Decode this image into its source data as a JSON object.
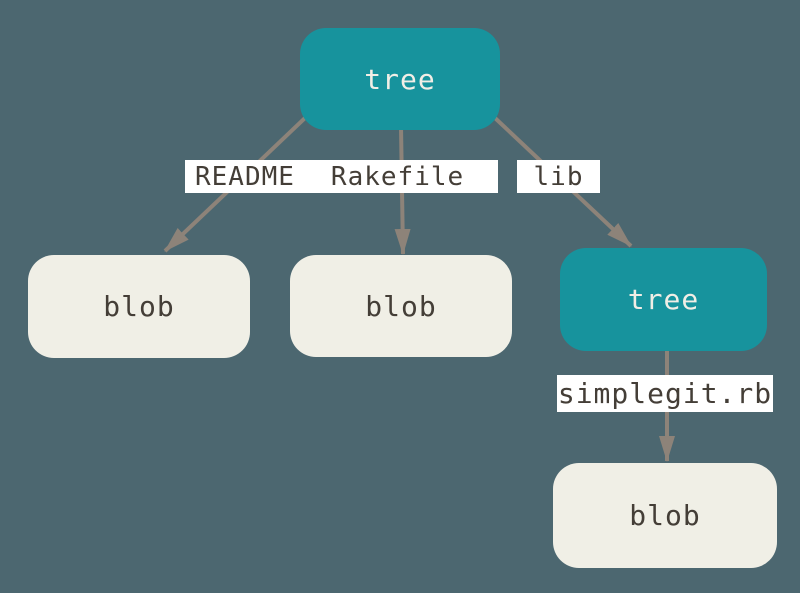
{
  "diagram": {
    "type": "git-object-tree",
    "nodes": {
      "root": {
        "label": "tree",
        "kind": "tree"
      },
      "blob1": {
        "label": "blob",
        "kind": "blob"
      },
      "blob2": {
        "label": "blob",
        "kind": "blob"
      },
      "subtree": {
        "label": "tree",
        "kind": "tree"
      },
      "blob3": {
        "label": "blob",
        "kind": "blob"
      }
    },
    "edges": {
      "readme": {
        "label": "README",
        "from": "root",
        "to": "blob1"
      },
      "rakefile": {
        "label": "Rakefile",
        "from": "root",
        "to": "blob2"
      },
      "lib": {
        "label": "lib",
        "from": "root",
        "to": "subtree"
      },
      "simplegit": {
        "label": "simplegit.rb",
        "from": "subtree",
        "to": "blob3"
      }
    },
    "colors": {
      "background": "#4c6770",
      "tree_fill": "#17939d",
      "blob_fill": "#f0efe6",
      "tree_text": "#f1eee6",
      "blob_text": "#443e37",
      "edge_label_bg": "#ffffff",
      "edge_label_text": "#443e37",
      "arrow": "#8d8379"
    }
  }
}
